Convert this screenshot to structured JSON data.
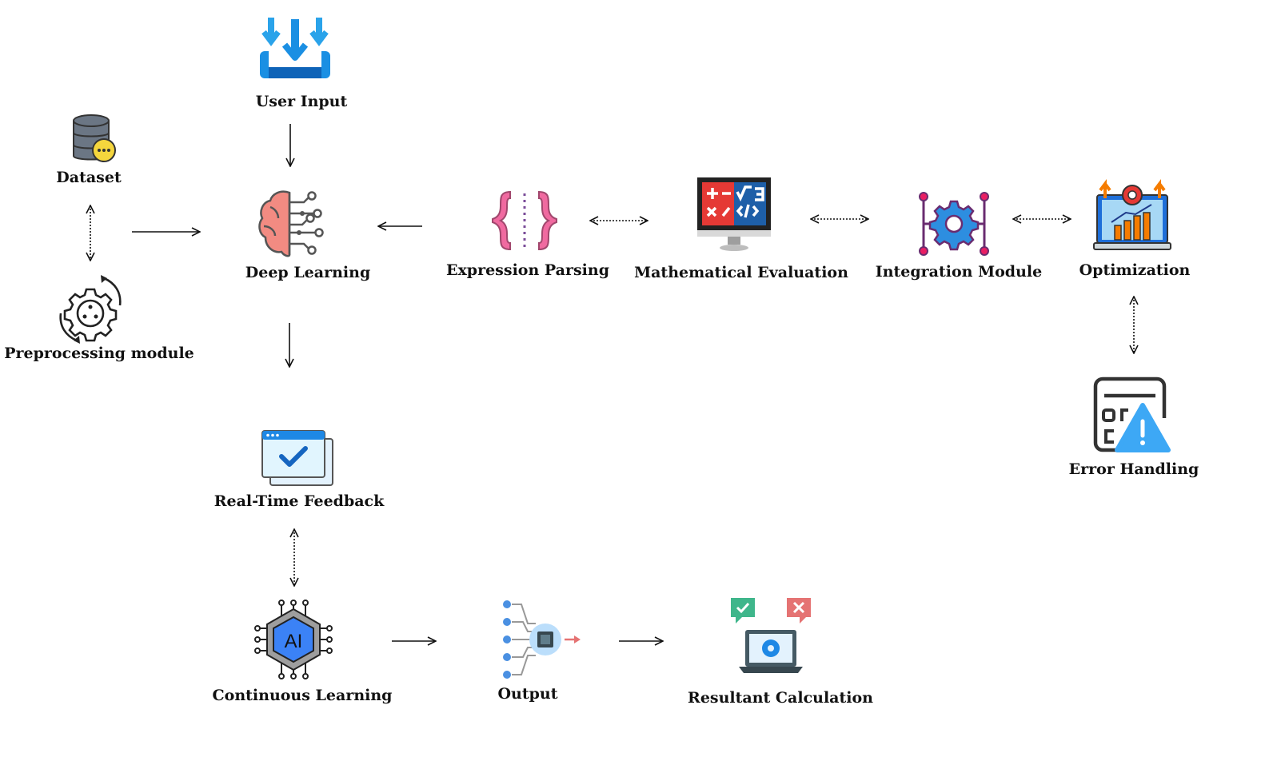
{
  "nodes": {
    "user_input": "User Input",
    "dataset": "Dataset",
    "preprocessing": "Preprocessing module",
    "deep_learning": "Deep Learning",
    "expression_parsing": "Expression Parsing",
    "math_evaluation": "Mathematical Evaluation",
    "integration": "Integration Module",
    "optimization": "Optimization",
    "error_handling": "Error Handling",
    "realtime_feedback": "Real-Time Feedback",
    "continuous_learning": "Continuous Learning",
    "output": "Output",
    "resultant_calculation": "Resultant Calculation"
  },
  "icons": {
    "user_input": "download-icon",
    "dataset": "database-icon",
    "preprocessing": "gear-cycle-icon",
    "deep_learning": "brain-network-icon",
    "expression_parsing": "curly-braces-icon",
    "math_evaluation": "calculator-monitor-icon",
    "integration": "gear-circuit-icon",
    "optimization": "analytics-dashboard-icon",
    "error_handling": "calculator-warning-icon",
    "realtime_feedback": "browser-check-icon",
    "continuous_learning": "ai-chip-icon",
    "output": "neural-output-icon",
    "resultant_calculation": "laptop-settings-icon",
    "ai_text": "AI"
  },
  "colors": {
    "arrow": "#111111",
    "brain": "#f28b82",
    "brain_outline": "#555555",
    "braces": "#f06aa0",
    "calc_red": "#e53935",
    "calc_blue": "#1e5fa8",
    "gear_blue": "#2d8ee0",
    "circuit_pink": "#c2185b",
    "download_blue": "#1a8fe3",
    "ai_blue": "#3b82f6",
    "check_green": "#3fb68b",
    "cross_red": "#e57373"
  }
}
